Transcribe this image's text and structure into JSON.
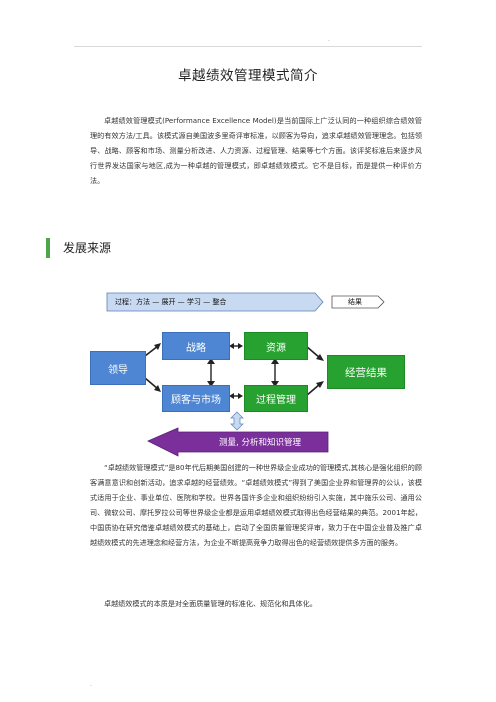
{
  "header": {
    "dot_top": ".",
    "dot_bottom": "."
  },
  "title": "卓越绩效管理模式简介",
  "intro": "卓越绩效管理模式(Performance Excellence Model)是当前国际上广泛认同的一种组织综合绩效管理的有效方法/工具。该模式源自美国波多里奇评审标准，以顾客为导向，追求卓越绩效管理理念。包括领导、战略、顾客和市场、测量分析改进、人力资源、过程管理、结果等七个方面。该评奖标准后来逐步风行世界发达国家与地区,成为一种卓越的管理模式，即卓越绩效模式。它不是目标，而是提供一种评价方法。",
  "section_heading": "发展来源",
  "diagram": {
    "process_bar": "过程：方法 — 展开 — 学习 — 整合",
    "results_tag": "结果",
    "leadership": "领导",
    "strategy": "战略",
    "resources": "资源",
    "customers_market": "顾客与市场",
    "process_mgmt": "过程管理",
    "business_results": "经营结果",
    "measurement": "测量, 分析和知识管理",
    "colors": {
      "blue": "#4f86d3",
      "green": "#27a12f",
      "purple": "#7a2f9a",
      "lightblue": "#c8daf2"
    }
  },
  "body2": "“卓越绩效管理模式”是80年代后期美国创建的一种世界级企业成功的管理模式,其核心是强化组织的顾客满意意识和创新活动，追求卓越的经营绩效。“卓越绩效模式”得到了美国企业界和管理界的公认，该模式适用于企业、事业单位、医院和学校。世界各国许多企业和组织纷纷引入实施，其中施乐公司、通用公司、微软公司、摩托罗拉公司等世界级企业都是运用卓越绩效模式取得出色经营结果的典范。2001年起，中国质协在研究借鉴卓越绩效模式的基础上，启动了全国质量管理奖评审，致力于在中国企业普及推广卓越绩效模式的先进理念和经营方法，为企业不断提高竞争力取得出色的经营绩效提供多方面的服务。",
  "body3": "卓越绩效模式的本质是对全面质量管理的标准化、规范化和具体化。"
}
